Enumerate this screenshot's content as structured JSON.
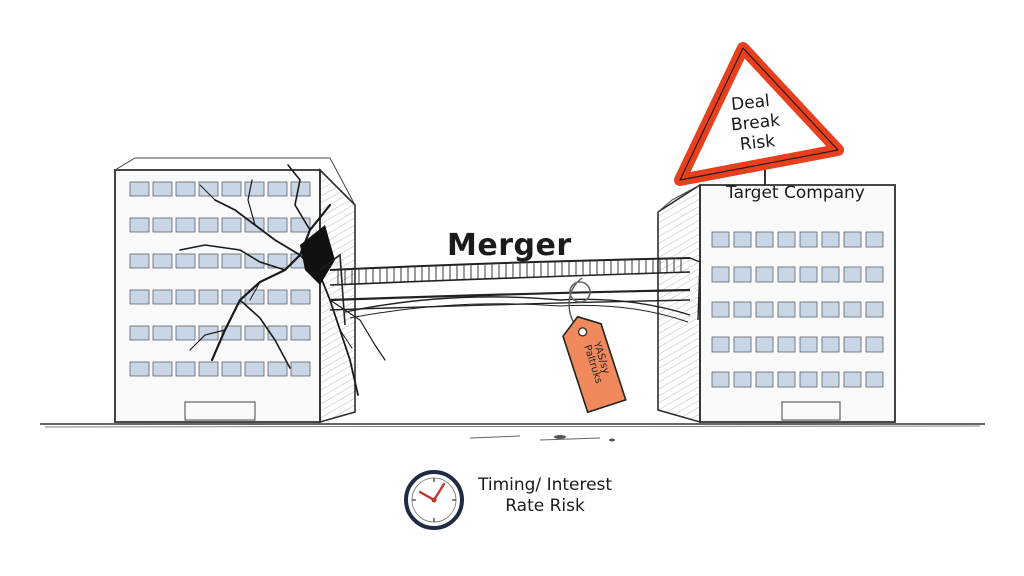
{
  "labels": {
    "merger": "Merger",
    "target_company": "Target Company",
    "deal_break_line1": "Deal",
    "deal_break_line2": "Break",
    "deal_break_line3": "Risk",
    "timing_line1": "Timing/ Interest",
    "timing_line2": "Rate Risk",
    "price_tag_line1": "Paltruks",
    "price_tag_line2": "YAS/sy"
  },
  "icons": {
    "warning_sign": "warning-triangle-icon",
    "clock": "clock-icon",
    "price_tag": "price-tag-icon"
  },
  "colors": {
    "warning_fill": "#ffffff",
    "warning_border": "#e8401e",
    "tag_fill": "#f08a5d",
    "clock_hands": "#c0392b",
    "ink": "#2a2a2a",
    "window": "#c9d6e6"
  }
}
